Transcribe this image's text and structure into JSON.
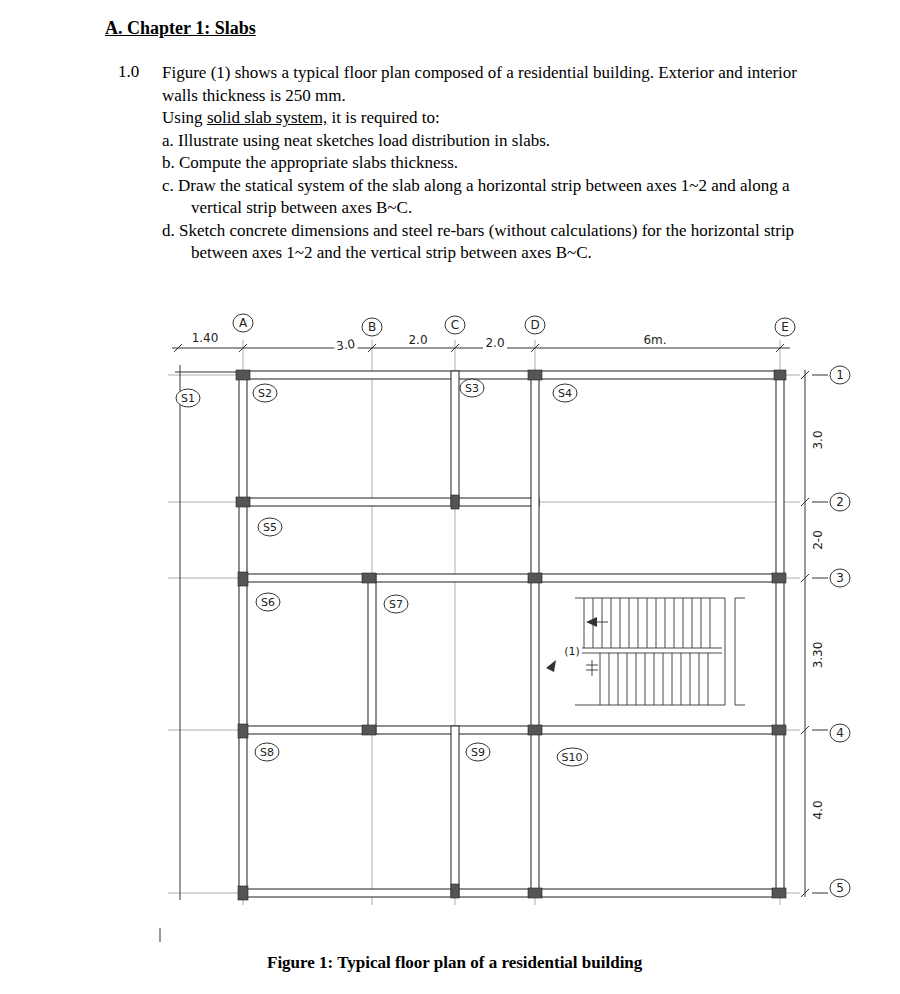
{
  "diagram": {
    "title": "A. Chapter 1: Slabs",
    "caption": "Figure 1: Typical floor plan of a residential building",
    "nodes": [
      {
        "text": [
          "A"
        ]
      },
      {
        "text": [
          "B"
        ]
      },
      {
        "text": [
          "C"
        ]
      },
      {
        "text": [
          "D"
        ]
      },
      {
        "text": [
          "E"
        ]
      },
      {
        "text": [
          "1"
        ]
      },
      {
        "text": [
          "2"
        ]
      },
      {
        "text": [
          "3"
        ]
      },
      {
        "text": [
          "4"
        ]
      },
      {
        "text": [
          "5"
        ]
      },
      {
        "text": [
          "S1"
        ]
      },
      {
        "text": [
          "S2"
        ]
      },
      {
        "text": [
          "S3"
        ]
      },
      {
        "text": [
          "S4"
        ]
      },
      {
        "text": [
          "S5"
        ]
      },
      {
        "text": [
          "S6"
        ]
      },
      {
        "text": [
          "S7"
        ]
      },
      {
        "text": [
          "S8"
        ]
      },
      {
        "text": [
          "S9"
        ]
      },
      {
        "text": [
          "S10"
        ]
      }
    ],
    "labels": [
      "1.0",
      "Figure (1) shows a typical floor plan composed of a residential building. Exterior and interior walls thickness is 250 mm.",
      "Using",
      "solid slab system,",
      "it is required to:",
      "a. Illustrate using neat sketches load distribution in slabs.",
      "b. Compute the appropriate slabs thickness.",
      "c. Draw the statical system of the slab along a horizontal strip between axes 1~2 and along a vertical strip between axes B~C.",
      "d. Sketch concrete dimensions and steel re-bars (without calculations) for the horizontal strip between axes 1~2 and the vertical strip between axes B~C.",
      "1.40",
      "3.0",
      "2.0",
      "2.0",
      "6m.",
      "3.0",
      "2-0",
      "3.30",
      "4.0",
      "(1)"
    ]
  }
}
